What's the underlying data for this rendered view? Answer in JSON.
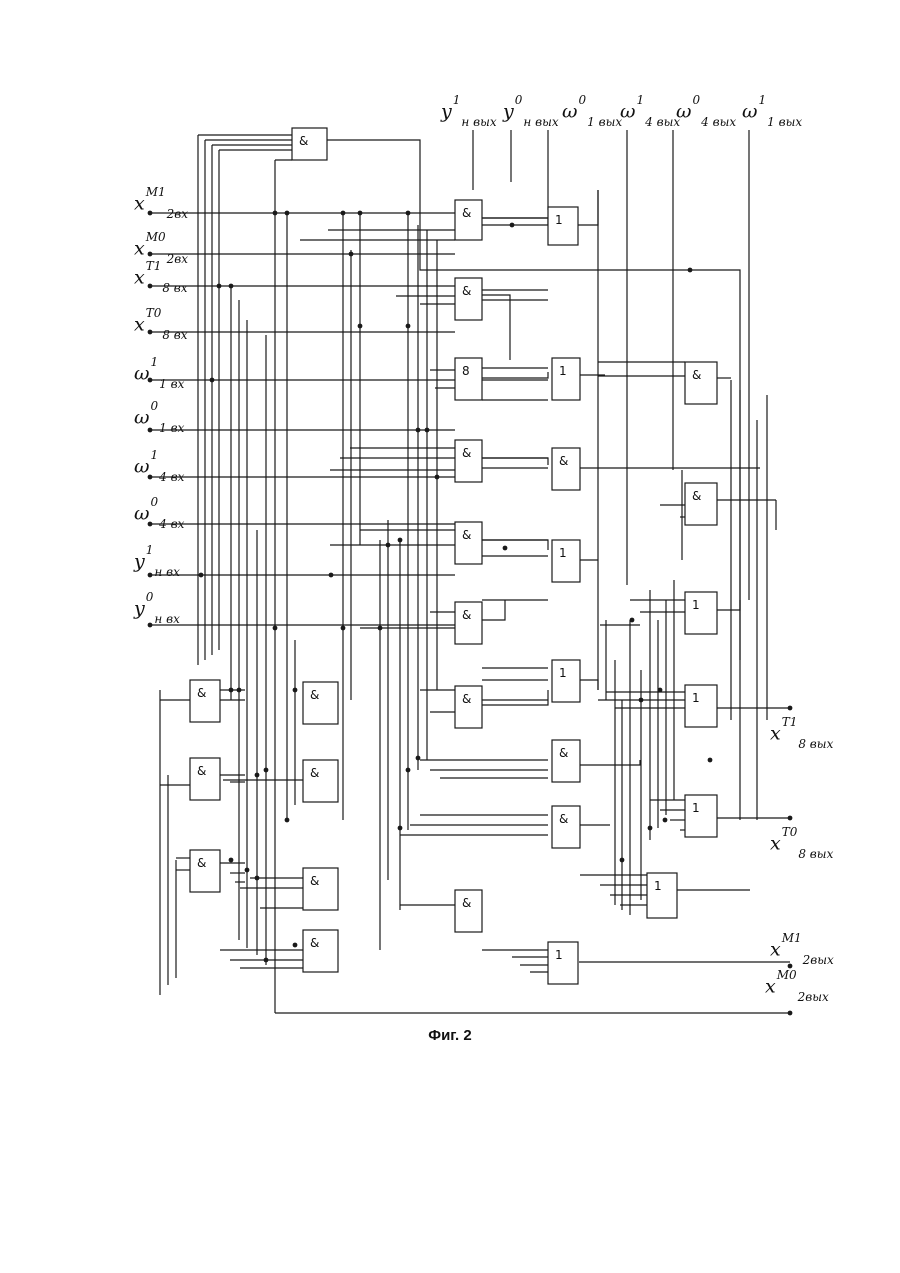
{
  "figure": {
    "caption": "Фиг. 2"
  },
  "gate_symbols": {
    "and": "&",
    "or": "1",
    "and_alt": "8"
  },
  "inputs": [
    {
      "base": "x",
      "sup": "M1",
      "sub": "2вх"
    },
    {
      "base": "x",
      "sup": "M0",
      "sub": "2вх"
    },
    {
      "base": "x",
      "sup": "T1",
      "sub": "8 вх"
    },
    {
      "base": "x",
      "sup": "T0",
      "sub": "8 вх"
    },
    {
      "base": "ω",
      "sup": "1",
      "sub": "1 вх"
    },
    {
      "base": "ω",
      "sup": "0",
      "sub": "1 вх"
    },
    {
      "base": "ω",
      "sup": "1",
      "sub": "4 вх"
    },
    {
      "base": "ω",
      "sup": "0",
      "sub": "4 вх"
    },
    {
      "base": "y",
      "sup": "1",
      "sub": "н вх"
    },
    {
      "base": "y",
      "sup": "0",
      "sub": "н вх"
    }
  ],
  "top_outputs": [
    {
      "base": "y",
      "sup": "1",
      "sub": "н вых"
    },
    {
      "base": "y",
      "sup": "0",
      "sub": "н вых"
    },
    {
      "base": "ω",
      "sup": "0",
      "sub": "1 вых"
    },
    {
      "base": "ω",
      "sup": "1",
      "sub": "4 вых"
    },
    {
      "base": "ω",
      "sup": "0",
      "sub": "4 вых"
    },
    {
      "base": "ω",
      "sup": "1",
      "sub": "1 вых"
    }
  ],
  "right_outputs": [
    {
      "base": "x",
      "sup": "T1",
      "sub": "8 вых"
    },
    {
      "base": "x",
      "sup": "T0",
      "sub": "8 вых"
    },
    {
      "base": "x",
      "sup": "M1",
      "sub": "2вых"
    },
    {
      "base": "x",
      "sup": "M0",
      "sub": "2вых"
    }
  ]
}
